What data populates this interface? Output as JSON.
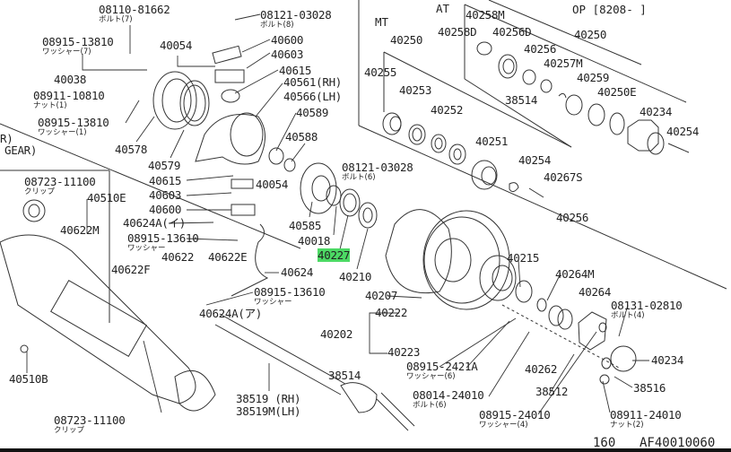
{
  "diagram": {
    "headers": {
      "at": "AT",
      "mt": "MT",
      "op_range": "ΟP [8208-      ]"
    },
    "footer": {
      "page": "160",
      "code": "AF40010060"
    },
    "highlight_color": "#4cd964",
    "callouts": [
      {
        "part": "08110-81662",
        "note": "ボルト(7)"
      },
      {
        "part": "08121-03028",
        "note": "ボルト(8)"
      },
      {
        "part": "08915-13810",
        "note": "ワッシャー(7)"
      },
      {
        "part": "40054"
      },
      {
        "part": "40600"
      },
      {
        "part": "40603"
      },
      {
        "part": "40615"
      },
      {
        "part": "40038"
      },
      {
        "part": "08911-10810",
        "note": "ナット(1)"
      },
      {
        "part": "40561(RH)"
      },
      {
        "part": "40566(LH)"
      },
      {
        "part": "08915-13810",
        "note": "ワッシャー(1)"
      },
      {
        "part": "40589"
      },
      {
        "part": "R)"
      },
      {
        "part": "GEAR)"
      },
      {
        "part": "40578"
      },
      {
        "part": "40588"
      },
      {
        "part": "40579"
      },
      {
        "part": "08121-03028",
        "note": "ボルト(6)"
      },
      {
        "part": "40615"
      },
      {
        "part": "40054"
      },
      {
        "part": "08723-11100",
        "note": "クリップ"
      },
      {
        "part": "40510E"
      },
      {
        "part": "40603"
      },
      {
        "part": "40600"
      },
      {
        "part": "40624A(イ)"
      },
      {
        "part": "40585"
      },
      {
        "part": "40622M"
      },
      {
        "part": "08915-13610",
        "note": "ワッシャー"
      },
      {
        "part": "40018"
      },
      {
        "part": "40227",
        "highlighted": true
      },
      {
        "part": "40622"
      },
      {
        "part": "40622E"
      },
      {
        "part": "40622F"
      },
      {
        "part": "40624"
      },
      {
        "part": "40210"
      },
      {
        "part": "08915-13610",
        "note": "ワッシャー"
      },
      {
        "part": "40624A(ア)"
      },
      {
        "part": "40202"
      },
      {
        "part": "40510B"
      },
      {
        "part": "38519  (RH)"
      },
      {
        "part": "38519M(LH)"
      },
      {
        "part": "08723-11100",
        "note": "クリップ"
      },
      {
        "part": "40258M"
      },
      {
        "part": "40258D"
      },
      {
        "part": "40256D"
      },
      {
        "part": "40250"
      },
      {
        "part": "40250"
      },
      {
        "part": "40256"
      },
      {
        "part": "40257M"
      },
      {
        "part": "40255"
      },
      {
        "part": "40259"
      },
      {
        "part": "40253"
      },
      {
        "part": "40250E"
      },
      {
        "part": "38514"
      },
      {
        "part": "40234"
      },
      {
        "part": "40252"
      },
      {
        "part": "40254"
      },
      {
        "part": "40251"
      },
      {
        "part": "40254"
      },
      {
        "part": "40267S"
      },
      {
        "part": "40256"
      },
      {
        "part": "40215"
      },
      {
        "part": "40264M"
      },
      {
        "part": "40264"
      },
      {
        "part": "40207"
      },
      {
        "part": "08131-02810",
        "note": "ボルト(4)"
      },
      {
        "part": "40222"
      },
      {
        "part": "40234"
      },
      {
        "part": "40262"
      },
      {
        "part": "40223"
      },
      {
        "part": "08915-2421A",
        "note": "ワッシャー(6)"
      },
      {
        "part": "38516"
      },
      {
        "part": "38514"
      },
      {
        "part": "38512"
      },
      {
        "part": "08014-24010",
        "note": "ボルト(6)"
      },
      {
        "part": "08915-24010",
        "note": "ワッシャー(4)"
      },
      {
        "part": "08911-24010",
        "note": "ナット(2)"
      }
    ]
  }
}
